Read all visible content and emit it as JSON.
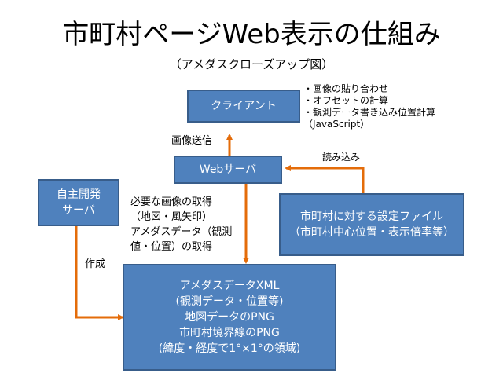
{
  "title": "市町村ページWeb表示の仕組み",
  "subtitle": "（アメダスクローズアップ図）",
  "boxes": {
    "client": "クライアント",
    "webserver": "Webサーバ",
    "own_server": [
      "自主開発",
      "サーバ"
    ],
    "config_file": [
      "市町村に対する設定ファイル",
      "（市町村中心位置・表示倍率等）"
    ],
    "data_box": [
      "アメダスデータXML",
      "(観測データ・位置等)",
      "地図データのPNG",
      "市町村境界線のPNG",
      "(緯度・経度で1°×1°の領域)"
    ]
  },
  "client_notes": [
    "・画像の貼り合わせ",
    "・オフセットの計算",
    "・観測データ書き込み位置計算",
    "（JavaScript）"
  ],
  "labels": {
    "send_image": "画像送信",
    "read_in": "読み込み",
    "create": "作成",
    "fetch": [
      "必要な画像の取得",
      "（地図・風矢印）",
      "アメダスデータ（観測",
      "値・位置）の取得"
    ]
  },
  "colors": {
    "box_fill": "#4f81bd",
    "box_border": "#385d8a",
    "arrow": "#e46c0a"
  }
}
